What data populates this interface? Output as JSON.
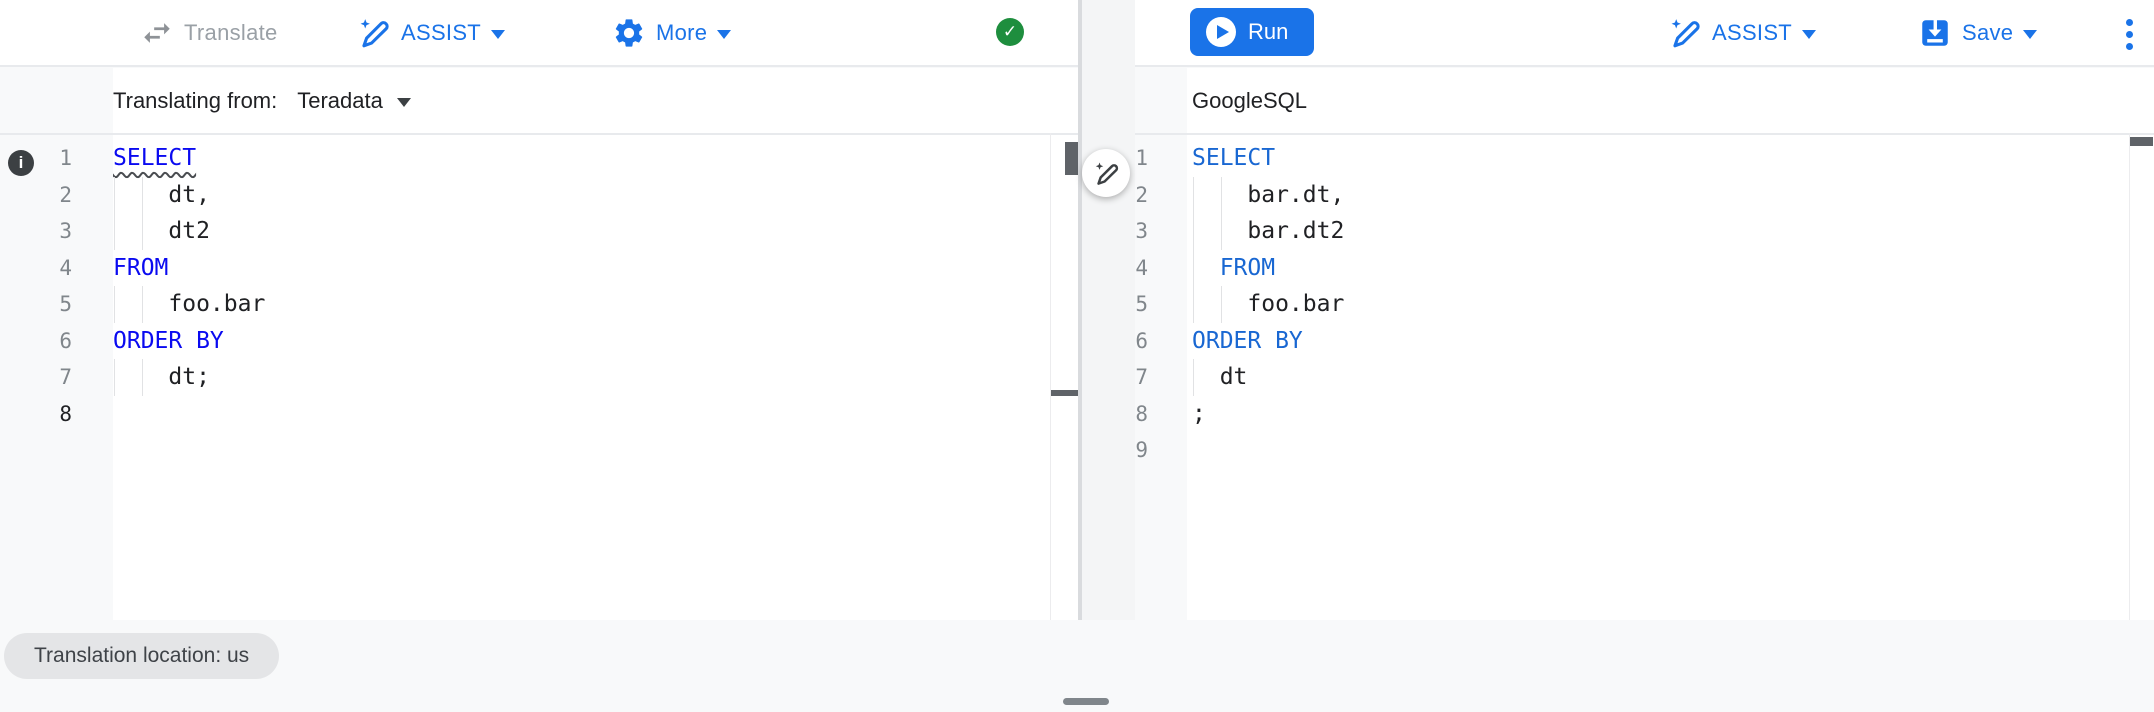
{
  "colors": {
    "accent_blue": "#1a73e8",
    "left_keyword_blue": "#0a0af0",
    "right_keyword_blue": "#1967d2",
    "success_green": "#1e8e3e",
    "disabled_gray": "#9aa0a6",
    "code_text": "#202124",
    "line_number_gray": "#80868b",
    "pill_bg": "#e4e5e7"
  },
  "left_panel": {
    "toolbar": {
      "translate_label": "Translate",
      "assist_label": "ASSIST",
      "more_label": "More"
    },
    "header": {
      "label": "Translating from:",
      "dialect": "Teradata",
      "status_icon": "check-icon"
    },
    "editor": {
      "lines": [
        {
          "num": "1",
          "guides": [],
          "segments": [
            {
              "text": "SELECT",
              "style": "keyword",
              "squiggle": true
            }
          ]
        },
        {
          "num": "2",
          "guides": [
            0,
            2
          ],
          "segments": [
            {
              "text": "    dt,",
              "style": "plain"
            }
          ]
        },
        {
          "num": "3",
          "guides": [
            0,
            2
          ],
          "segments": [
            {
              "text": "    dt2",
              "style": "plain"
            }
          ]
        },
        {
          "num": "4",
          "guides": [],
          "segments": [
            {
              "text": "FROM",
              "style": "keyword"
            }
          ]
        },
        {
          "num": "5",
          "guides": [
            0,
            2
          ],
          "segments": [
            {
              "text": "    foo.bar",
              "style": "plain"
            }
          ]
        },
        {
          "num": "6",
          "guides": [],
          "segments": [
            {
              "text": "ORDER BY",
              "style": "keyword"
            }
          ]
        },
        {
          "num": "7",
          "guides": [
            0,
            2
          ],
          "segments": [
            {
              "text": "    dt;",
              "style": "plain"
            }
          ]
        },
        {
          "num": "8",
          "active": true,
          "guides": [],
          "segments": []
        }
      ]
    },
    "info_badge": "i"
  },
  "right_panel": {
    "toolbar": {
      "run_label": "Run",
      "assist_label": "ASSIST",
      "save_label": "Save"
    },
    "header": {
      "label": "GoogleSQL"
    },
    "editor": {
      "lines": [
        {
          "num": "1",
          "guides": [],
          "segments": [
            {
              "text": "SELECT",
              "style": "keyword"
            }
          ]
        },
        {
          "num": "2",
          "guides": [
            0,
            2
          ],
          "segments": [
            {
              "text": "    bar.dt,",
              "style": "plain"
            }
          ]
        },
        {
          "num": "3",
          "guides": [
            0,
            2
          ],
          "segments": [
            {
              "text": "    bar.dt2",
              "style": "plain"
            }
          ]
        },
        {
          "num": "4",
          "guides": [
            0
          ],
          "segments": [
            {
              "text": "  ",
              "style": "plain"
            },
            {
              "text": "FROM",
              "style": "keyword"
            }
          ]
        },
        {
          "num": "5",
          "guides": [
            0,
            2
          ],
          "segments": [
            {
              "text": "    foo.bar",
              "style": "plain"
            }
          ]
        },
        {
          "num": "6",
          "guides": [],
          "segments": [
            {
              "text": "ORDER BY",
              "style": "keyword"
            }
          ]
        },
        {
          "num": "7",
          "guides": [
            0
          ],
          "segments": [
            {
              "text": "  dt",
              "style": "plain"
            }
          ]
        },
        {
          "num": "8",
          "guides": [],
          "segments": [
            {
              "text": ";",
              "style": "plain"
            }
          ]
        },
        {
          "num": "9",
          "guides": [],
          "segments": []
        }
      ]
    }
  },
  "footer": {
    "location_pill": "Translation location: us"
  },
  "status": {
    "check": "✓"
  }
}
